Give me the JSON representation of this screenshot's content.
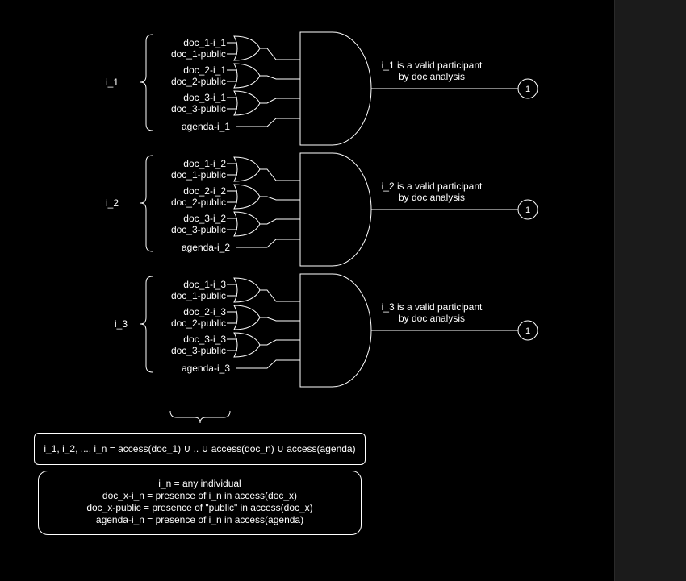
{
  "colors": {
    "background": "#000000",
    "stroke": "#ffffff",
    "text": "#ffffff",
    "panel": "#1b1b1b"
  },
  "groups": [
    {
      "label": "i_1",
      "inputs": [
        "doc_1-i_1",
        "doc_1-public",
        "doc_2-i_1",
        "doc_2-public",
        "doc_3-i_1",
        "doc_3-public",
        "agenda-i_1"
      ],
      "output_line1": "i_1 is a valid participant",
      "output_line2": "by doc analysis",
      "connector": "1"
    },
    {
      "label": "i_2",
      "inputs": [
        "doc_1-i_2",
        "doc_1-public",
        "doc_2-i_2",
        "doc_2-public",
        "doc_3-i_2",
        "doc_3-public",
        "agenda-i_2"
      ],
      "output_line1": "i_2 is a valid participant",
      "output_line2": "by doc analysis",
      "connector": "1"
    },
    {
      "label": "i_3",
      "inputs": [
        "doc_1-i_3",
        "doc_1-public",
        "doc_2-i_3",
        "doc_2-public",
        "doc_3-i_3",
        "doc_3-public",
        "agenda-i_3"
      ],
      "output_line1": "i_3 is a valid participant",
      "output_line2": "by doc analysis",
      "connector": "1"
    }
  ],
  "formula": "i_1, i_2, ..., i_n = access(doc_1) ∪ .. ∪ access(doc_n) ∪ access(agenda)",
  "legend": [
    "i_n = any individual",
    "doc_x-i_n = presence of i_n in access(doc_x)",
    "doc_x-public = presence of \"public\" in access(doc_x)",
    "agenda-i_n = presence of i_n in access(agenda)"
  ]
}
